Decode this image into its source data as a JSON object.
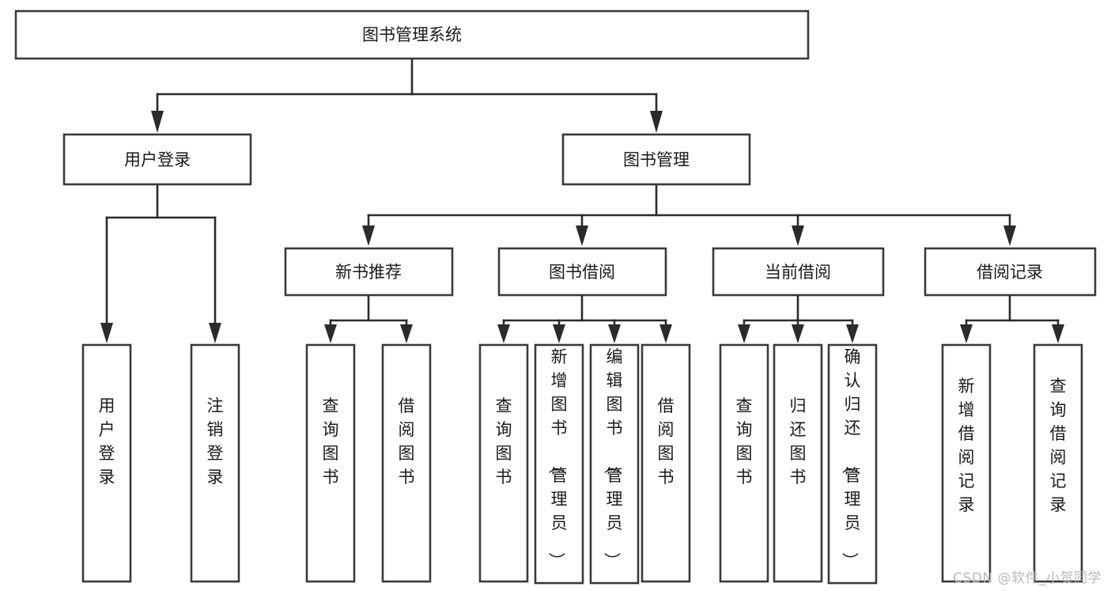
{
  "diagram": {
    "title": "图书管理系统",
    "type": "hierarchy-tree",
    "watermark": "CSDN @软件_小贺同学",
    "colors": {
      "box_stroke": "#3a3a3a",
      "box_fill": "#ffffff",
      "link": "#2b2b2b",
      "text": "#1a1a1a",
      "background": "#ffffff",
      "watermark": "#b9b9b9"
    },
    "levels": [
      {
        "level": 1,
        "nodes": [
          {
            "id": "root",
            "label": "图书管理系统"
          }
        ]
      },
      {
        "level": 2,
        "nodes": [
          {
            "id": "user-login",
            "label": "用户登录",
            "parent": "root"
          },
          {
            "id": "book-manage",
            "label": "图书管理",
            "parent": "root"
          }
        ]
      },
      {
        "level": 3,
        "nodes": [
          {
            "id": "new-book-rec",
            "label": "新书推荐",
            "parent": "book-manage"
          },
          {
            "id": "book-borrow",
            "label": "图书借阅",
            "parent": "book-manage"
          },
          {
            "id": "current-borrow",
            "label": "当前借阅",
            "parent": "book-manage"
          },
          {
            "id": "borrow-record",
            "label": "借阅记录",
            "parent": "book-manage"
          }
        ]
      },
      {
        "level": 4,
        "nodes": [
          {
            "id": "leaf-user-login",
            "label": "用户登录",
            "parent": "user-login"
          },
          {
            "id": "leaf-logout",
            "label": "注销登录",
            "parent": "user-login"
          },
          {
            "id": "leaf-query-book-1",
            "label": "查询图书",
            "parent": "new-book-rec"
          },
          {
            "id": "leaf-borrow-book-1",
            "label": "借阅图书",
            "parent": "new-book-rec"
          },
          {
            "id": "leaf-query-book-2",
            "label": "查询图书",
            "parent": "book-borrow"
          },
          {
            "id": "leaf-add-book",
            "label": "新增图书（管理员）",
            "parent": "book-borrow"
          },
          {
            "id": "leaf-edit-book",
            "label": "编辑图书（管理员）",
            "parent": "book-borrow"
          },
          {
            "id": "leaf-borrow-book-2",
            "label": "借阅图书",
            "parent": "book-borrow"
          },
          {
            "id": "leaf-query-book-3",
            "label": "查询图书",
            "parent": "current-borrow"
          },
          {
            "id": "leaf-return-book",
            "label": "归还图书",
            "parent": "current-borrow"
          },
          {
            "id": "leaf-confirm-return",
            "label": "确认归还（管理员）",
            "parent": "current-borrow"
          },
          {
            "id": "leaf-add-record",
            "label": "新增借阅记录",
            "parent": "borrow-record"
          },
          {
            "id": "leaf-query-record",
            "label": "查询借阅记录",
            "parent": "borrow-record"
          }
        ]
      }
    ]
  }
}
